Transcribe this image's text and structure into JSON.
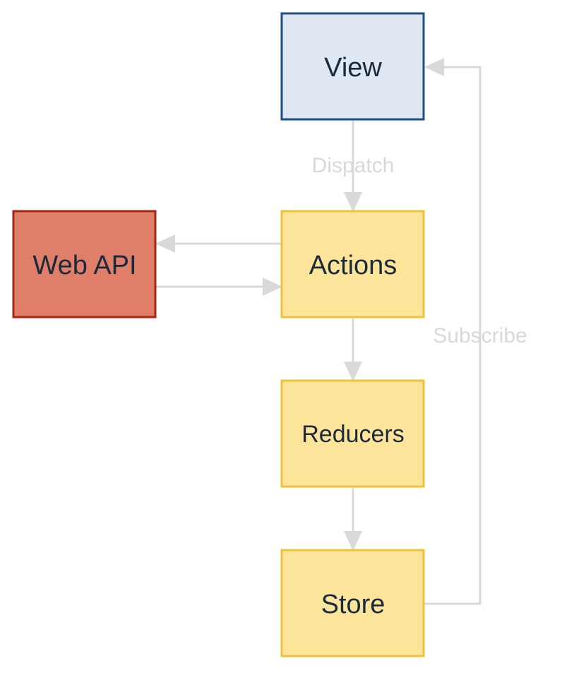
{
  "nodes": {
    "view": {
      "label": "View",
      "fill": "#dfe7f2",
      "stroke": "#1a4f8a"
    },
    "web_api": {
      "label": "Web API",
      "fill": "#df7f6a",
      "stroke": "#a82510"
    },
    "actions": {
      "label": "Actions",
      "fill": "#fde49b",
      "stroke": "#f0c23a"
    },
    "reducers": {
      "label": "Reducers",
      "fill": "#fde49b",
      "stroke": "#f0c23a"
    },
    "store": {
      "label": "Store",
      "fill": "#fde49b",
      "stroke": "#f0c23a"
    }
  },
  "edges": {
    "dispatch_label": "Dispatch",
    "subscribe_label": "Subscribe",
    "color": "#d9d9d9"
  }
}
